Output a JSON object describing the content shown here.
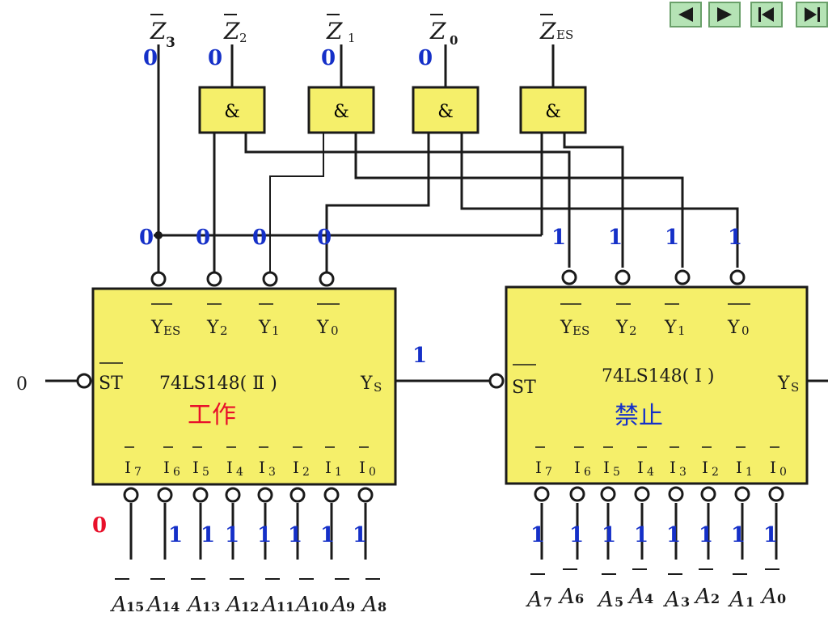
{
  "nav": {
    "prev_icon": "triangle-left-icon",
    "next_icon": "triangle-right-icon",
    "first_icon": "skip-first-icon",
    "last_icon": "skip-last-icon"
  },
  "outputs": {
    "z3": "Z",
    "z3_sub": "3",
    "z2": "Z",
    "z2_sub": "2",
    "z1": "Z",
    "z1_sub": "1",
    "z0": "Z",
    "z0_sub": "0",
    "zes": "Z",
    "zes_sub": "ES",
    "gate_label": "&"
  },
  "values": {
    "z3": "0",
    "z2": "0",
    "z1": "0",
    "z0": "0",
    "left_outputs": [
      "0",
      "0",
      "0",
      "0"
    ],
    "right_outputs": [
      "1",
      "1",
      "1",
      "1"
    ],
    "ys_link": "1",
    "st_input": "0",
    "left_i7": "0",
    "left_inputs": [
      "1",
      "1",
      "1",
      "1",
      "1",
      "1",
      "1"
    ],
    "right_inputs": [
      "1",
      "1",
      "1",
      "1",
      "1",
      "1",
      "1",
      "1"
    ]
  },
  "chip_left": {
    "name": "74LS148( Ⅱ )",
    "state": "工作",
    "st": "ST",
    "ys": "Y",
    "ys_sub": "S",
    "outputs": [
      {
        "main": "Y",
        "sub": "ES"
      },
      {
        "main": "Y",
        "sub": "2"
      },
      {
        "main": "Y",
        "sub": "1"
      },
      {
        "main": "Y",
        "sub": "0"
      }
    ],
    "inputs": [
      {
        "main": "I",
        "sub": "7"
      },
      {
        "main": "I",
        "sub": "6"
      },
      {
        "main": "I",
        "sub": "5"
      },
      {
        "main": "I",
        "sub": "4"
      },
      {
        "main": "I",
        "sub": "3"
      },
      {
        "main": "I",
        "sub": "2"
      },
      {
        "main": "I",
        "sub": "1"
      },
      {
        "main": "I",
        "sub": "0"
      }
    ],
    "pin_labels": [
      {
        "main": "A",
        "sub": "15"
      },
      {
        "main": "A",
        "sub": "14"
      },
      {
        "main": "A",
        "sub": "13"
      },
      {
        "main": "A",
        "sub": "12"
      },
      {
        "main": "A",
        "sub": "11"
      },
      {
        "main": "A",
        "sub": "10"
      },
      {
        "main": "A",
        "sub": "9"
      },
      {
        "main": "A",
        "sub": "8"
      }
    ]
  },
  "chip_right": {
    "name": "74LS148( Ⅰ )",
    "state": "禁止",
    "st": "ST",
    "ys": "Y",
    "ys_sub": "S",
    "outputs": [
      {
        "main": "Y",
        "sub": "ES"
      },
      {
        "main": "Y",
        "sub": "2"
      },
      {
        "main": "Y",
        "sub": "1"
      },
      {
        "main": "Y",
        "sub": "0"
      }
    ],
    "inputs": [
      {
        "main": "I",
        "sub": "7"
      },
      {
        "main": "I",
        "sub": "6"
      },
      {
        "main": "I",
        "sub": "5"
      },
      {
        "main": "I",
        "sub": "4"
      },
      {
        "main": "I",
        "sub": "3"
      },
      {
        "main": "I",
        "sub": "2"
      },
      {
        "main": "I",
        "sub": "1"
      },
      {
        "main": "I",
        "sub": "0"
      }
    ],
    "pin_labels": [
      {
        "main": "A",
        "sub": "7"
      },
      {
        "main": "A",
        "sub": "6"
      },
      {
        "main": "A",
        "sub": "5"
      },
      {
        "main": "A",
        "sub": "4"
      },
      {
        "main": "A",
        "sub": "3"
      },
      {
        "main": "A",
        "sub": "2"
      },
      {
        "main": "A",
        "sub": "1"
      },
      {
        "main": "A",
        "sub": "0"
      }
    ]
  },
  "colors": {
    "chip_fill": "#f5ef6a",
    "wire": "#1a1a1a",
    "value_blue": "#1530c8",
    "value_red": "#e8102a",
    "state_red": "#e8102a",
    "state_blue": "#1530c8",
    "nav_fill": "#b5e3b5"
  }
}
